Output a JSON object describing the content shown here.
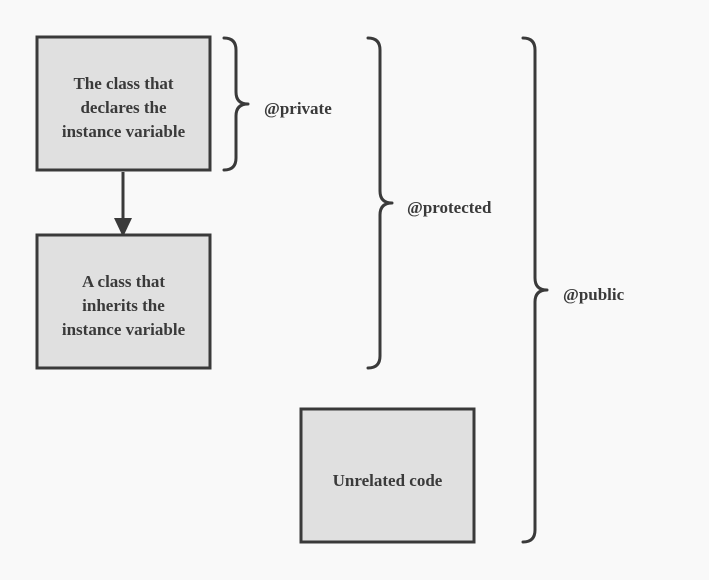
{
  "boxes": {
    "declaring_class": {
      "lines": [
        "The class that",
        "declares the",
        "instance variable"
      ]
    },
    "inheriting_class": {
      "lines": [
        "A class that",
        "inherits the",
        "instance variable"
      ]
    },
    "unrelated_code": {
      "lines": [
        "Unrelated code"
      ]
    }
  },
  "scopes": {
    "private": "@private",
    "protected": "@protected",
    "public": "@public"
  },
  "colors": {
    "background": "#f9f9f9",
    "box_fill": "#e0e0e0",
    "stroke": "#3a3a3a"
  }
}
